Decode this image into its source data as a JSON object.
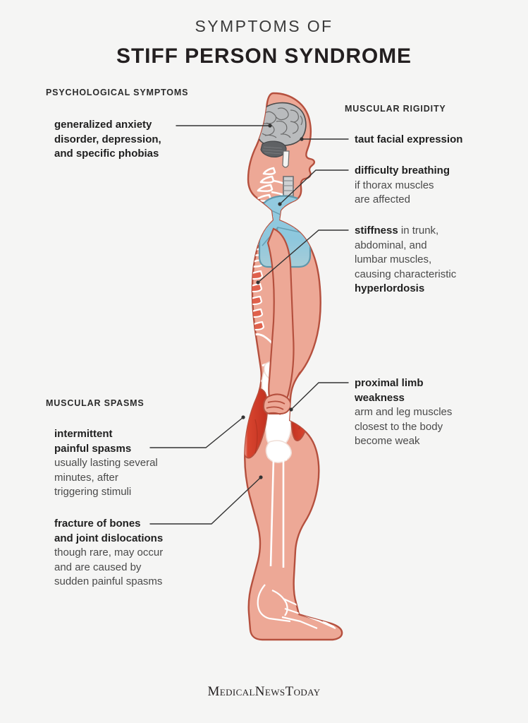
{
  "header": {
    "kicker": "SYMPTOMS OF",
    "title": "STIFF PERSON SYNDROME"
  },
  "sections": {
    "psychological": "PSYCHOLOGICAL SYMPTOMS",
    "rigidity": "MUSCULAR RIGIDITY",
    "spasms": "MUSCULAR SPASMS"
  },
  "callouts": {
    "anxiety": {
      "line1": "generalized anxiety",
      "line2": "disorder, depression,",
      "line3": "and specific phobias"
    },
    "facial": {
      "line1": "taut facial expression"
    },
    "breathing": {
      "bold1": "difficulty breathing",
      "line2": "if thorax muscles",
      "line3": "are affected"
    },
    "stiffness": {
      "bold1": "stiffness",
      "rest1": " in trunk,",
      "line2": "abdominal, and",
      "line3": "lumbar muscles,",
      "line4": "causing characteristic",
      "bold5": "hyperlordosis"
    },
    "proximal": {
      "bold1": "proximal limb",
      "bold2": "weakness",
      "line3": "arm and leg muscles",
      "line4": "closest to the body",
      "line5": "become weak"
    },
    "spasms": {
      "bold1": "intermittent",
      "bold2": "painful spasms",
      "line3": "usually lasting several",
      "line4": "minutes, after",
      "line5": "triggering stimuli"
    },
    "fracture": {
      "bold1": "fracture of bones",
      "bold2": "and joint dislocations",
      "line3": "though rare, may occur",
      "line4": "and are caused by",
      "line5": "sudden painful spasms"
    }
  },
  "footer": {
    "brand": "MedicalNewsToday"
  },
  "colors": {
    "background": "#f5f5f4",
    "skin": "#eda896",
    "skin_outline": "#b5503e",
    "bone_white": "#ffffff",
    "brain_gray": "#b9bbbd",
    "lung_blue": "#8dc7dd",
    "muscle_red": "#cf3b27",
    "leader_line": "#333333",
    "title_text": "#231f20",
    "body_text": "#4a4a4a"
  },
  "figure": {
    "label": "human-body-side-profile-anatomy",
    "organs": [
      "brain",
      "spine",
      "trachea",
      "lung",
      "lumbar-vertebrae",
      "pelvis",
      "femur",
      "tibia",
      "foot-bones",
      "thigh-muscles"
    ]
  }
}
